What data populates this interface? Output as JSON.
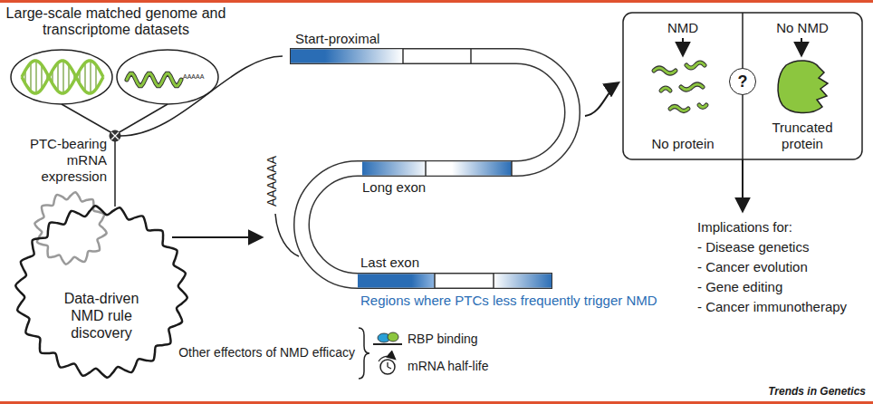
{
  "diagram": {
    "nodes": [
      {
        "text": [
          "Data-driven NMD rule discovery"
        ]
      },
      {
        "text": [
          "NMD",
          "No protein"
        ]
      },
      {
        "text": [
          "?"
        ]
      },
      {
        "text": [
          "No NMD",
          "Truncated protein"
        ]
      }
    ],
    "labels": [
      "Large-scale matched genome and transcriptome datasets",
      "AAAAA",
      "PTC-bearing mRNA expression",
      "Start-proximal",
      "Long exon",
      "AAAAAA",
      "Last exon",
      "Regions where PTCs less frequently trigger NMD",
      "Other effectors of NMD efficacy",
      "RBP binding",
      "mRNA half-life",
      "Implications for:",
      "- Disease genetics",
      "- Cancer evolution",
      "- Gene editing",
      "- Cancer immunotherapy",
      "Trends in Genetics"
    ]
  }
}
